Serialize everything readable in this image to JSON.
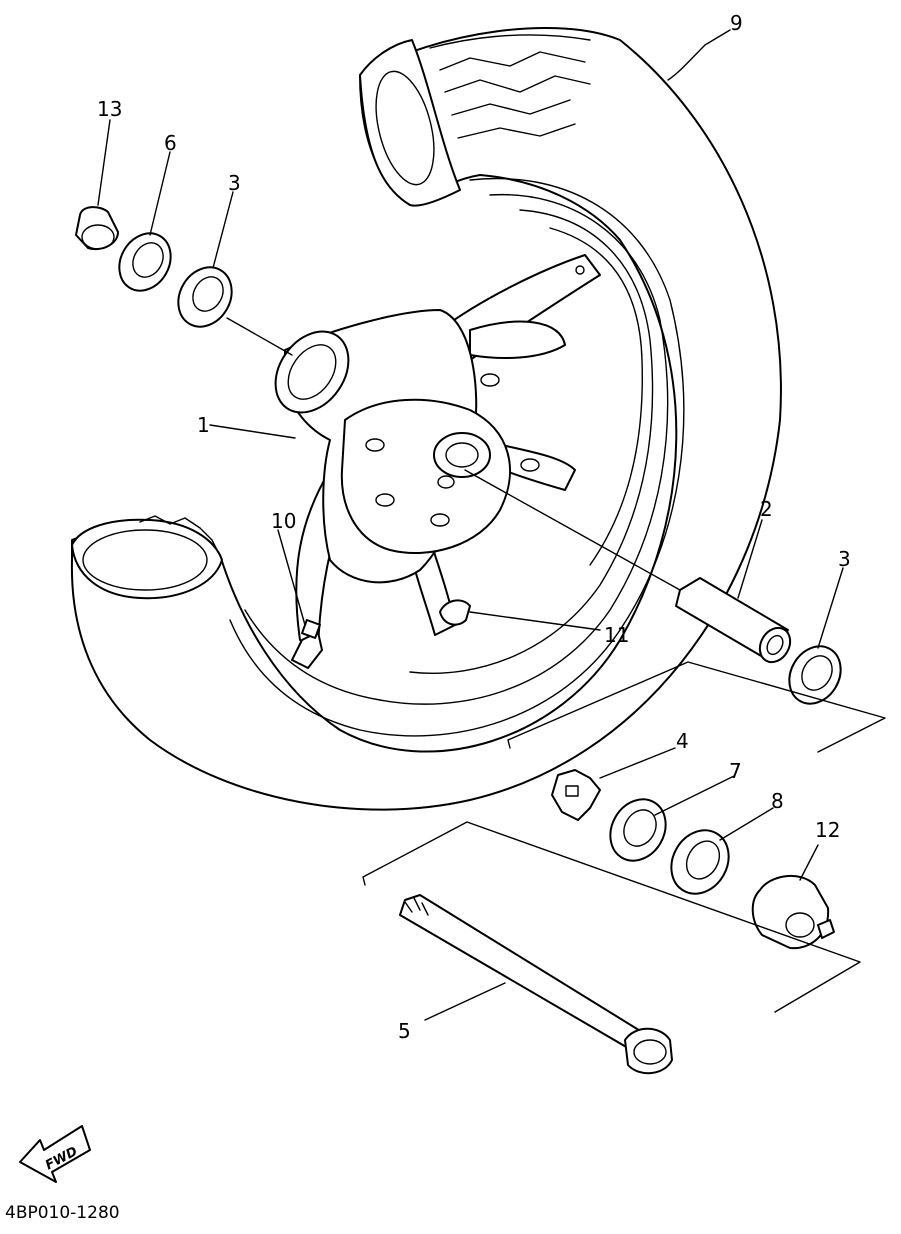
{
  "diagram": {
    "callouts": [
      "1",
      "2",
      "3",
      "3",
      "4",
      "5",
      "6",
      "7",
      "8",
      "9",
      "10",
      "11",
      "12",
      "13"
    ],
    "direction_badge": "FWD",
    "code": "4BP010-1280"
  }
}
